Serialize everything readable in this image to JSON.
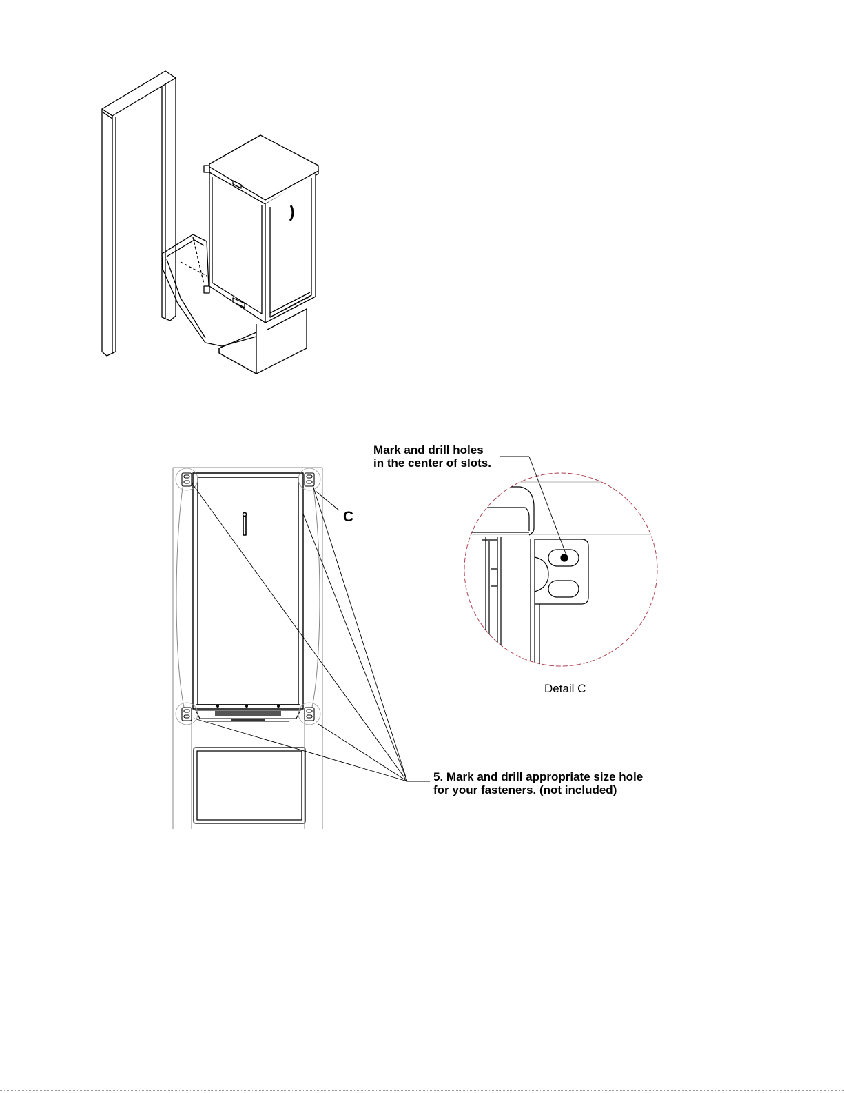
{
  "annotations": {
    "slots_note": {
      "line1": "Mark and drill holes",
      "line2": "in the center of slots."
    },
    "detail_marker": "C",
    "detail_caption": "Detail C",
    "step": {
      "number": "5.",
      "line1_rest": " Mark and drill appropriate size hole",
      "line2": "for your fasteners. (not included)"
    }
  },
  "colors": {
    "ink": "#000000",
    "detail_circle": "#b04050",
    "frame_gray": "#888888"
  }
}
